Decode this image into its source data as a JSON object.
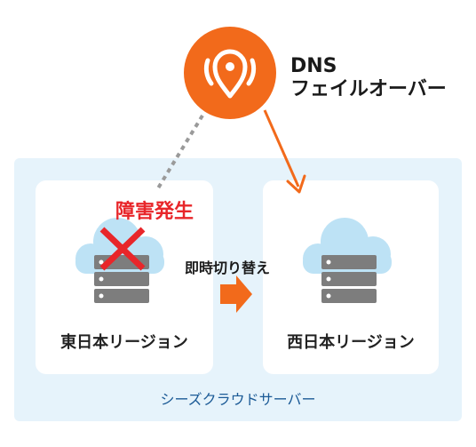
{
  "dns": {
    "title_line1": "DNS",
    "title_line2": "フェイルオーバー",
    "icon": "location-pin-icon",
    "color": "#f26a1b"
  },
  "incident_label": "障害発生",
  "switch_label": "即時切り替え",
  "regions": {
    "east": "東日本リージョン",
    "west": "西日本リージョン"
  },
  "zone_label": "シーズクラウドサーバー",
  "colors": {
    "zone_bg": "#e6f3fb",
    "cloud": "#bde2f5",
    "server": "#7d7d7d",
    "cross": "#e8262a",
    "arrow": "#f26a1b"
  }
}
